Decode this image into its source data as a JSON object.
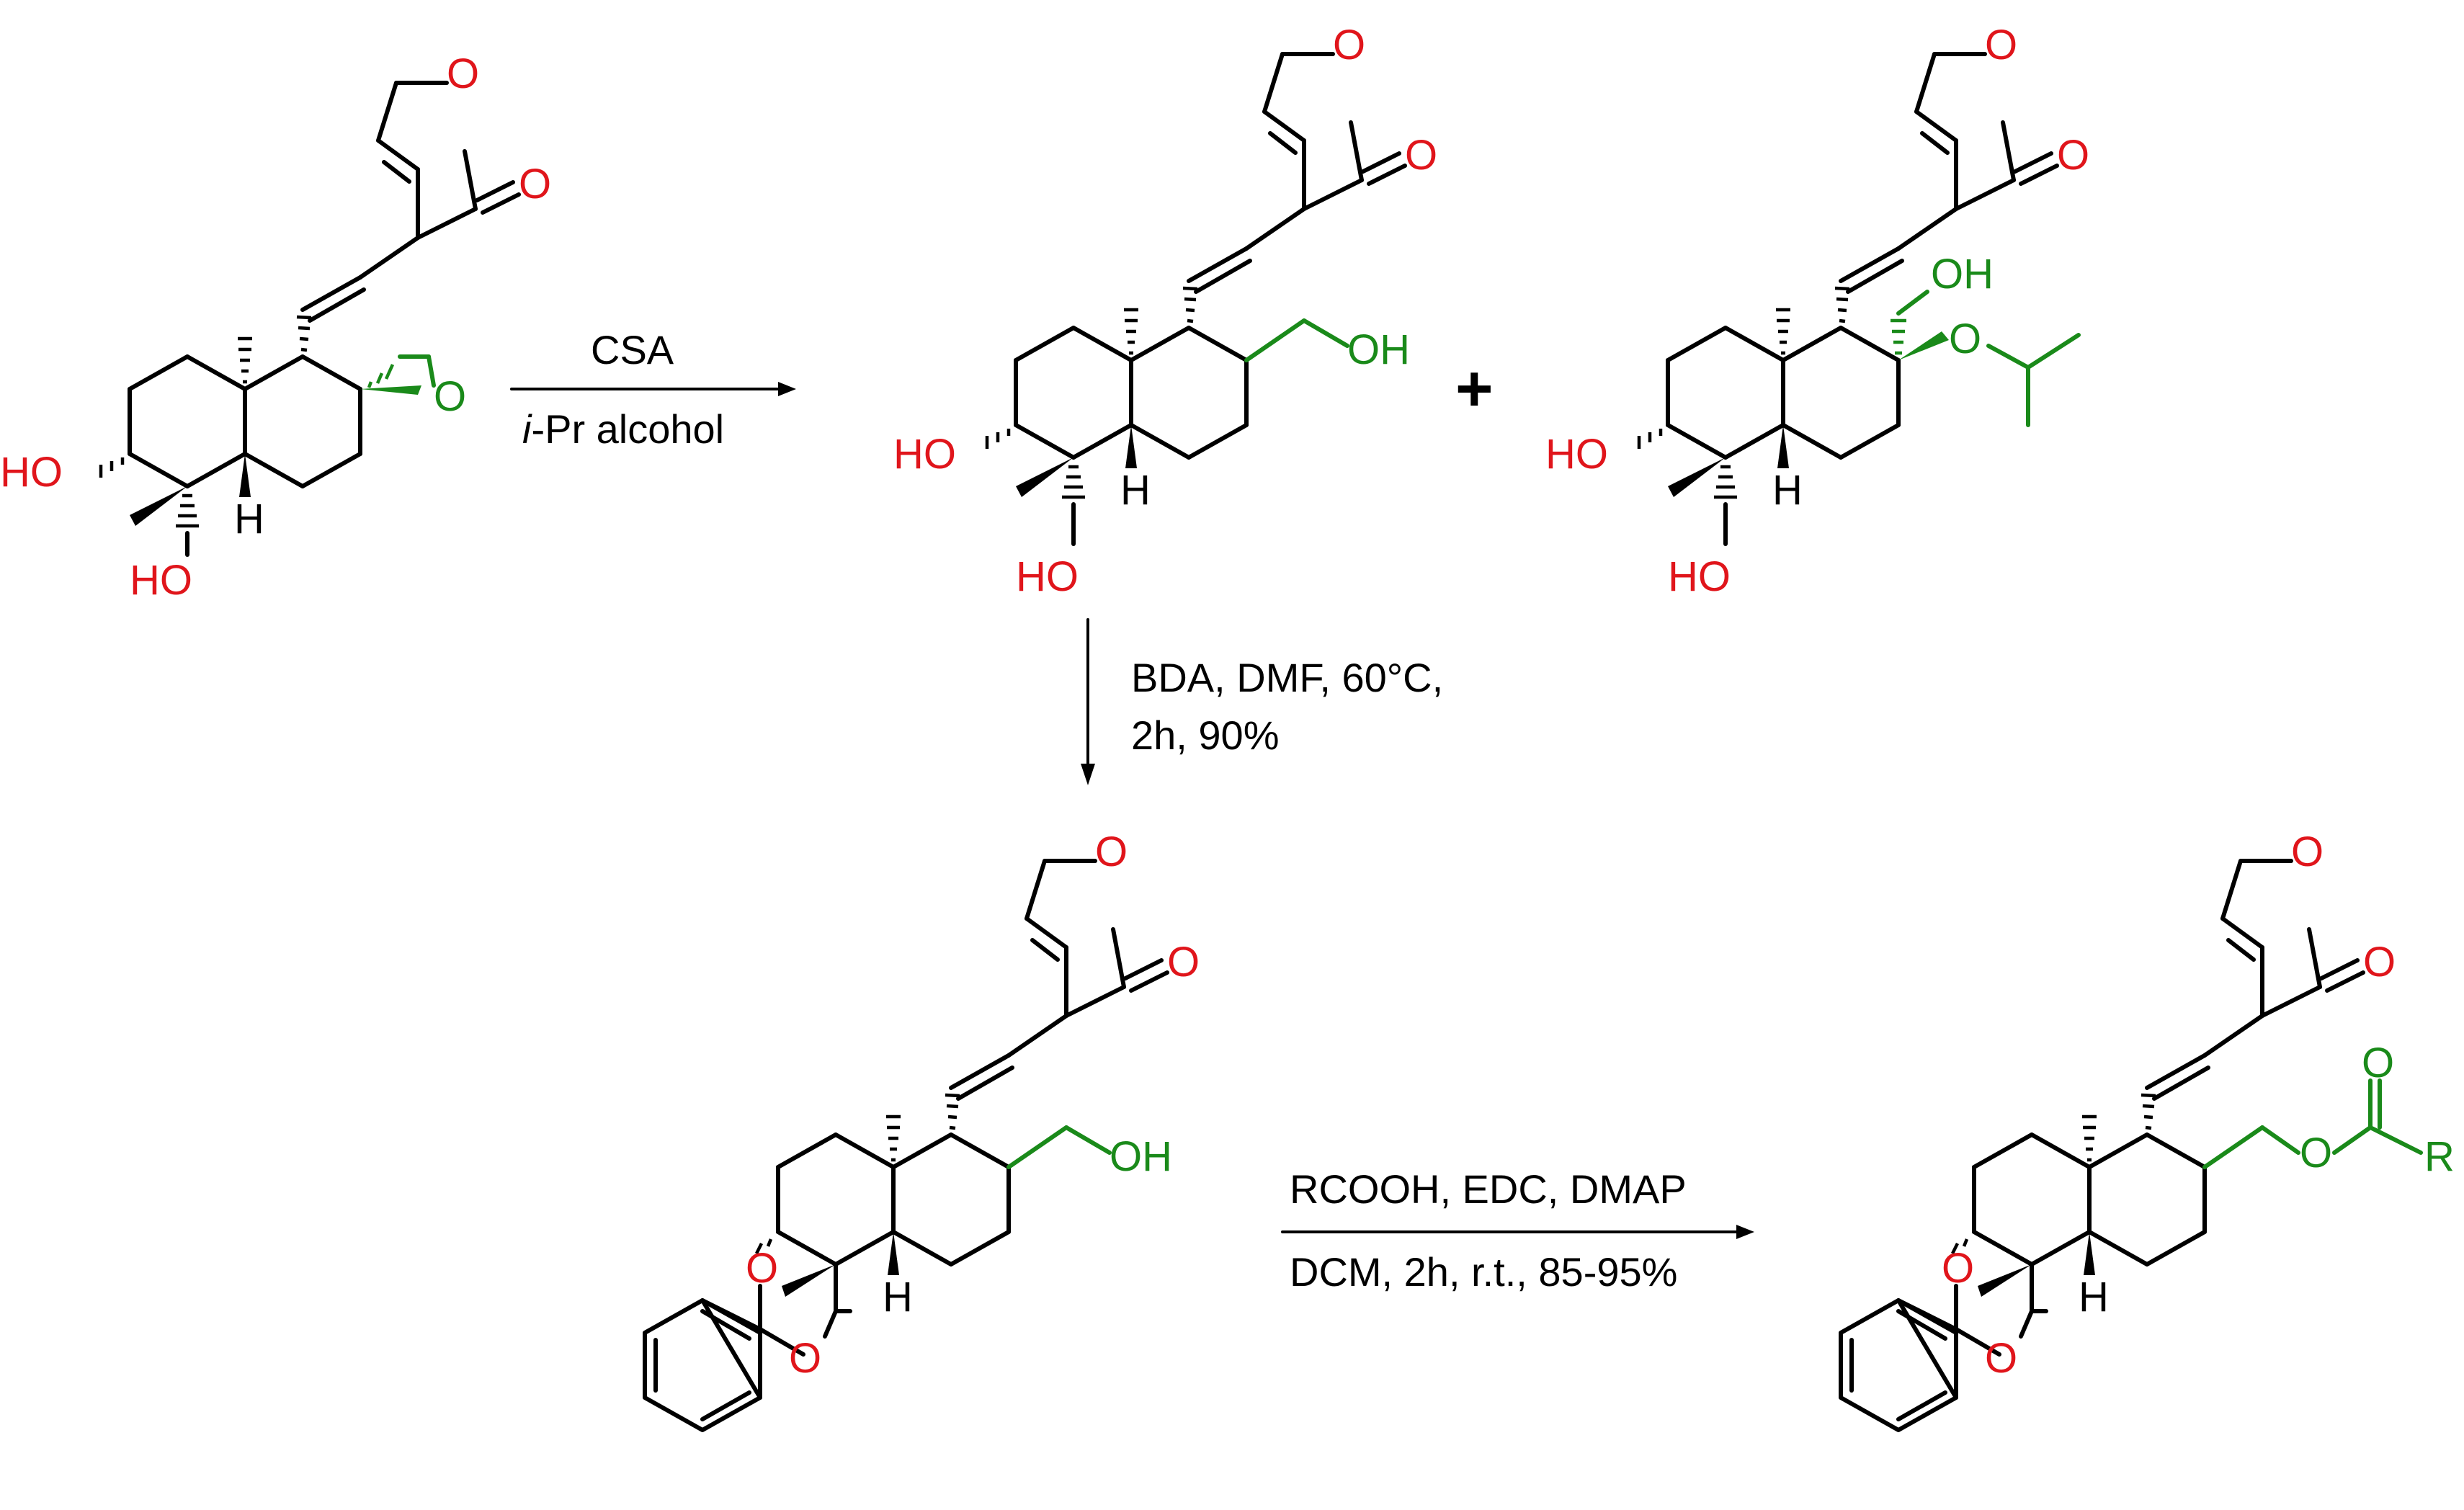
{
  "colors": {
    "bond": "#000000",
    "oxygen": "#e0151b",
    "modified": "#1a8a1a"
  },
  "atoms": {
    "O": "O",
    "OH": "OH",
    "HO": "HO",
    "H": "H",
    "R": "R"
  },
  "plus_sign": "+",
  "steps": {
    "step1": {
      "above": "CSA",
      "below_italic": "i",
      "below_rest": "-Pr alcohol"
    },
    "step2": {
      "line1": "BDA, DMF,  60°C,",
      "line2": "2h, 90%"
    },
    "step3": {
      "above": "RCOOH, EDC, DMAP",
      "below": "DCM, 2h, r.t.,  85-95%"
    }
  }
}
